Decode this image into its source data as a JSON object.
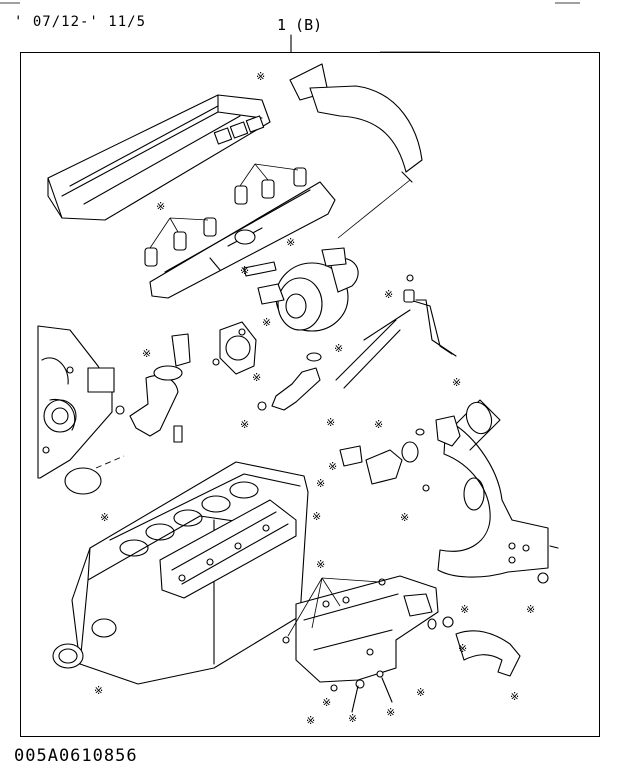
{
  "header": {
    "date_range": "' 07/12-' 11/5"
  },
  "diagram": {
    "assembly_label": "1 (B)",
    "code": "005A0610856"
  },
  "callout_mark": "※"
}
